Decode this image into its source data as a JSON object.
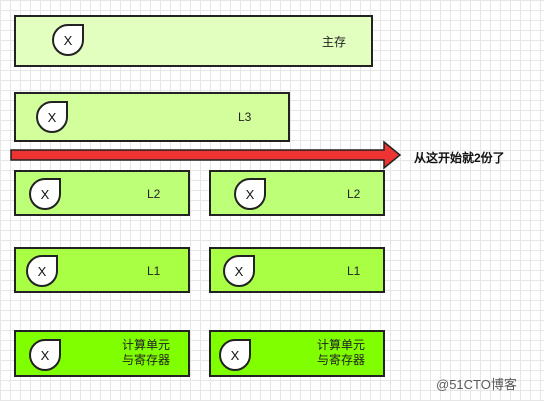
{
  "diagram": {
    "main_memory": {
      "label": "主存",
      "cache_value": "X"
    },
    "l3": {
      "label": "L3",
      "cache_value": "X"
    },
    "arrow_note": "从这开始就2份了",
    "cores": [
      {
        "l2": {
          "label": "L2",
          "cache_value": "X"
        },
        "l1": {
          "label": "L1",
          "cache_value": "X"
        },
        "unit": {
          "label_line1": "计算单元",
          "label_line2": "与寄存器",
          "cache_value": "X"
        }
      },
      {
        "l2": {
          "label": "L2",
          "cache_value": "X"
        },
        "l1": {
          "label": "L1",
          "cache_value": "X"
        },
        "unit": {
          "label_line1": "计算单元",
          "label_line2": "与寄存器",
          "cache_value": "X"
        }
      }
    ],
    "colors": {
      "main": "#e2ffc0",
      "l3": "#d2ff9c",
      "l2": "#beff78",
      "l1": "#a8ff44",
      "register": "#80ff00",
      "arrow": "#ee3333"
    }
  },
  "watermark": "@51CTO博客"
}
